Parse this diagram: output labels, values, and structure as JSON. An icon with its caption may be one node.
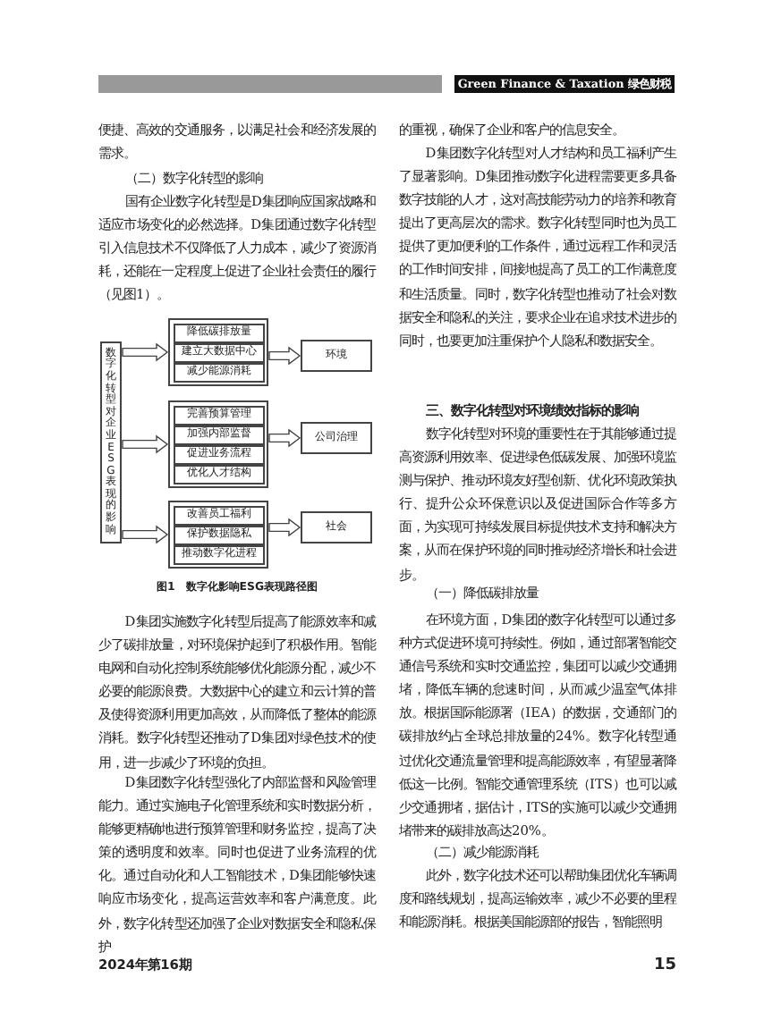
{
  "diagram": {
    "caption": "图1　数字化影响ESG表现路径图",
    "nodes": [
      {
        "text": [
          "数字化转型对企业ESG表现的影响"
        ]
      },
      {
        "text": [],
        "shape": "box"
      },
      {
        "text": [
          "降低碳排放量"
        ],
        "in": 1
      },
      {
        "text": [
          "建立大数据中心"
        ],
        "in": 1
      },
      {
        "text": [
          "减少能源消耗"
        ],
        "in": 1
      },
      {
        "text": [
          "环境"
        ]
      },
      {
        "text": [],
        "shape": "box"
      },
      {
        "text": [
          "完善预算管理"
        ],
        "in": 6
      },
      {
        "text": [
          "加强内部监督"
        ],
        "in": 6
      },
      {
        "text": [
          "促进业务流程"
        ],
        "in": 6
      },
      {
        "text": [
          "优化人才结构"
        ],
        "in": 6
      },
      {
        "text": [
          "公司治理"
        ]
      },
      {
        "text": [],
        "shape": "box"
      },
      {
        "text": [
          "改善员工福利"
        ],
        "in": 12
      },
      {
        "text": [
          "保护数据隐私"
        ],
        "in": 12
      },
      {
        "text": [
          "推动数字化进程"
        ],
        "in": 12
      },
      {
        "text": [
          "社会"
        ]
      }
    ],
    "edges": [
      {
        "from": 0,
        "to": 1,
        "arrow": "to"
      },
      {
        "from": 1,
        "to": 5,
        "arrow": "to"
      },
      {
        "from": 0,
        "to": 6,
        "arrow": "to"
      },
      {
        "from": 6,
        "to": 11,
        "arrow": "to"
      },
      {
        "from": 0,
        "to": 12,
        "arrow": "to"
      },
      {
        "from": 12,
        "to": 16,
        "arrow": "to"
      }
    ],
    "labels": [
      "Green Finance & Taxation 绿色财税",
      "便捷、高效的交通服务，以满足社会和经济发展的需求。",
      "（二）数字化转型的影响",
      "国有企业数字化转型是D集团响应国家战略和适应市场变化的必然选择。D集团通过数字化转型引入信息技术不仅降低了人力成本，减少了资源消耗，还能在一定程度上促进了企业社会责任的履行（见图1）。",
      "D集团实施数字化转型后提高了能源效率和减少了碳排放量，对环境保护起到了积极作用。智能电网和自动化控制系统能够优化能源分配，减少不必要的能源浪费。大数据中心的建立和云计算的普及使得资源利用更加高效，从而降低了整体的能源消耗。数字化转型还推动了D集团对绿色技术的使用，进一步减少了环境的负担。",
      "D集团数字化转型强化了内部监督和风险管理能力。通过实施电子化管理系统和实时数据分析，能够更精确地进行预算管理和财务监控，提高了决策的透明度和效率。同时也促进了业务流程的优化。通过自动化和人工智能技术，D集团能够快速响应市场变化，提高运营效率和客户满意度。此外，数字化转型还加强了企业对数据安全和隐私保护",
      "的重视，确保了企业和客户的信息安全。",
      "D集团数字化转型对人才结构和员工福利产生了显著影响。D集团推动数字化进程需要更多具备数字技能的人才，这对高技能劳动力的培养和教育提出了更高层次的需求。数字化转型同时也为员工提供了更加便利的工作条件，通过远程工作和灵活的工作时间安排，间接地提高了员工的工作满意度和生活质量。同时，数字化转型也推动了社会对数据安全和隐私的关注，要求企业在追求技术进步的同时，也要更加注重保护个人隐私和数据安全。",
      "三、数字化转型对环境绩效指标的影响",
      "数字化转型对环境的重要性在于其能够通过提高资源利用效率、促进绿色低碳发展、加强环境监测与保护、推动环境友好型创新、优化环境政策执行、提升公众环保意识以及促进国际合作等多方面，为实现可持续发展目标提供技术支持和解决方案，从而在保护环境的同时推动经济增长和社会进步。",
      "（一）降低碳排放量",
      "在环境方面，D集团的数字化转型可以通过多种方式促进环境可持续性。例如，通过部署智能交通信号系统和实时交通监控，集团可以减少交通拥堵，降低车辆的怠速时间，从而减少温室气体排放。根据国际能源署（IEA）的数据，交通部门的碳排放约占全球总排放量的24%。数字化转型通过优化交通流量管理和提高能源效率，有望显著降低这一比例。智能交通管理系统（ITS）也可以减少交通拥堵，据估计，ITS的实施可以减少交通拥堵带来的碳排放高达20%。",
      "（二）减少能源消耗",
      "此外，数字化技术还可以帮助集团优化车辆调度和路线规划，提高运输效率，减少不必要的里程和能源消耗。根据美国能源部的报告，智能照明",
      "2024年第16期",
      "15"
    ]
  }
}
